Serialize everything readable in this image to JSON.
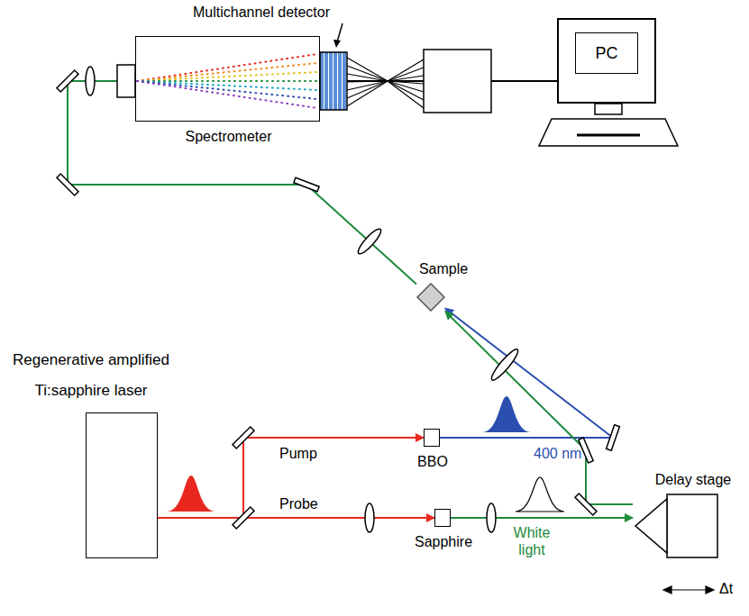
{
  "diagram": {
    "nodes": [
      {
        "text": [
          "Spectrometer"
        ]
      },
      {
        "text": [
          "PC"
        ]
      },
      {
        "text": [
          "Sample"
        ]
      },
      {
        "text": [
          "Regenerative amplified Ti:sapphire laser"
        ]
      },
      {
        "text": [
          "BBO"
        ]
      },
      {
        "text": [
          "Sapphire"
        ]
      },
      {
        "text": [
          "Delay stage"
        ]
      }
    ],
    "edges": [
      {
        "from": 3,
        "to": 4,
        "arrow": "to",
        "label": "Pump"
      },
      {
        "from": 3,
        "to": 5,
        "arrow": "to",
        "label": "Probe"
      },
      {
        "from": 4,
        "to": 2,
        "arrow": "to",
        "label": "400 nm"
      },
      {
        "from": 5,
        "to": 6,
        "arrow": "to",
        "label": "White light"
      },
      {
        "from": 6,
        "to": 2,
        "arrow": "to"
      },
      {
        "from": 2,
        "to": 0,
        "arrow": "to"
      },
      {
        "from": 0,
        "to": 1,
        "arrow": "none"
      }
    ],
    "labels": [
      "Multichannel detector",
      "Δt"
    ]
  }
}
